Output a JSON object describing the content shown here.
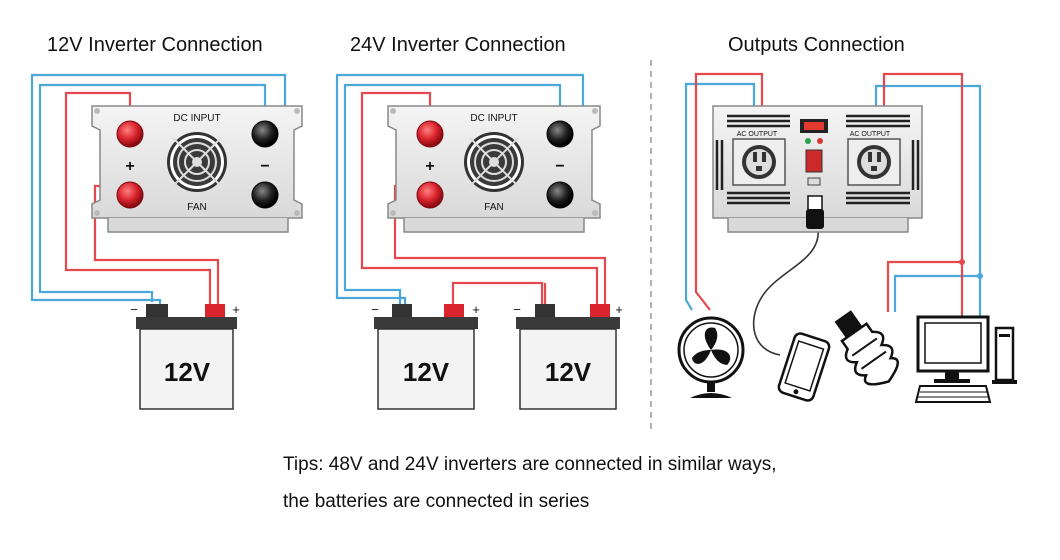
{
  "titles": {
    "inv12": "12V Inverter Connection",
    "inv24": "24V Inverter Connection",
    "outputs": "Outputs Connection"
  },
  "inverter_labels": {
    "dc_input": "DC INPUT",
    "fan": "FAN",
    "plus": "+",
    "minus": "−"
  },
  "battery": {
    "label": "12V",
    "plus": "+",
    "minus": "−"
  },
  "output_panel": {
    "ac_output_left": "AC OUTPUT",
    "ac_output_right": "AC OUTPUT"
  },
  "tips": {
    "line1": "Tips: 48V and 24V inverters are connected in similar ways,",
    "line2": "the batteries are connected in series"
  },
  "colors": {
    "positive_wire": "#e5484d",
    "negative_wire": "#4aa8d8",
    "terminal_red": "#d9232d",
    "terminal_black": "#1a1a1a"
  },
  "icons": [
    "fan-appliance-icon",
    "smartphone-icon",
    "light-bulb-icon",
    "desktop-computer-icon"
  ]
}
